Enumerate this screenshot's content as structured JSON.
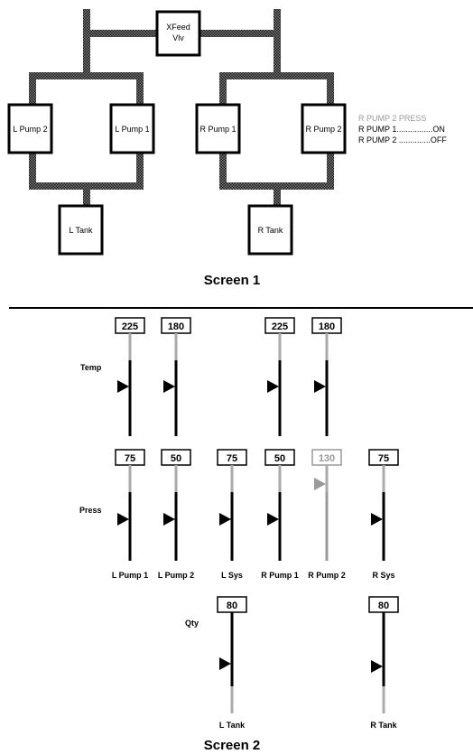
{
  "colors": {
    "pipe": "#3a3a3a",
    "outline": "#000000",
    "inactive": "#999999",
    "scale_top": "#aaaaaa"
  },
  "screen1": {
    "title": "Screen 1",
    "xfeed_label_line1": "XFeed",
    "xfeed_label_line2": "Vlv",
    "pumps": {
      "l_pump2": "L Pump 2",
      "l_pump1": "L Pump 1",
      "r_pump1": "R Pump 1",
      "r_pump2": "R Pump 2"
    },
    "tanks": {
      "l_tank": "L Tank",
      "r_tank": "R Tank"
    },
    "messages": [
      {
        "text": "R PUMP 2 PRESS",
        "state": "inactive"
      },
      {
        "text": "R PUMP 1................ON",
        "state": "active"
      },
      {
        "text": "R PUMP 2 ..............OFF",
        "state": "active"
      }
    ]
  },
  "screen2": {
    "title": "Screen 2",
    "row_labels": {
      "temp": "Temp",
      "press": "Press",
      "qty": "Qty"
    },
    "temp_values": [
      "225",
      "180",
      "225",
      "180"
    ],
    "press_values": [
      "75",
      "50",
      "75",
      "50",
      "130",
      "75"
    ],
    "press_states": [
      "active",
      "active",
      "active",
      "active",
      "inactive",
      "active"
    ],
    "qty_values": [
      "80",
      "80"
    ],
    "column_labels": [
      "L Pump 1",
      "L Pump 2",
      "L Sys",
      "R Pump 1",
      "R Pump 2",
      "R Sys"
    ],
    "tank_labels": [
      "L Tank",
      "R Tank"
    ]
  }
}
